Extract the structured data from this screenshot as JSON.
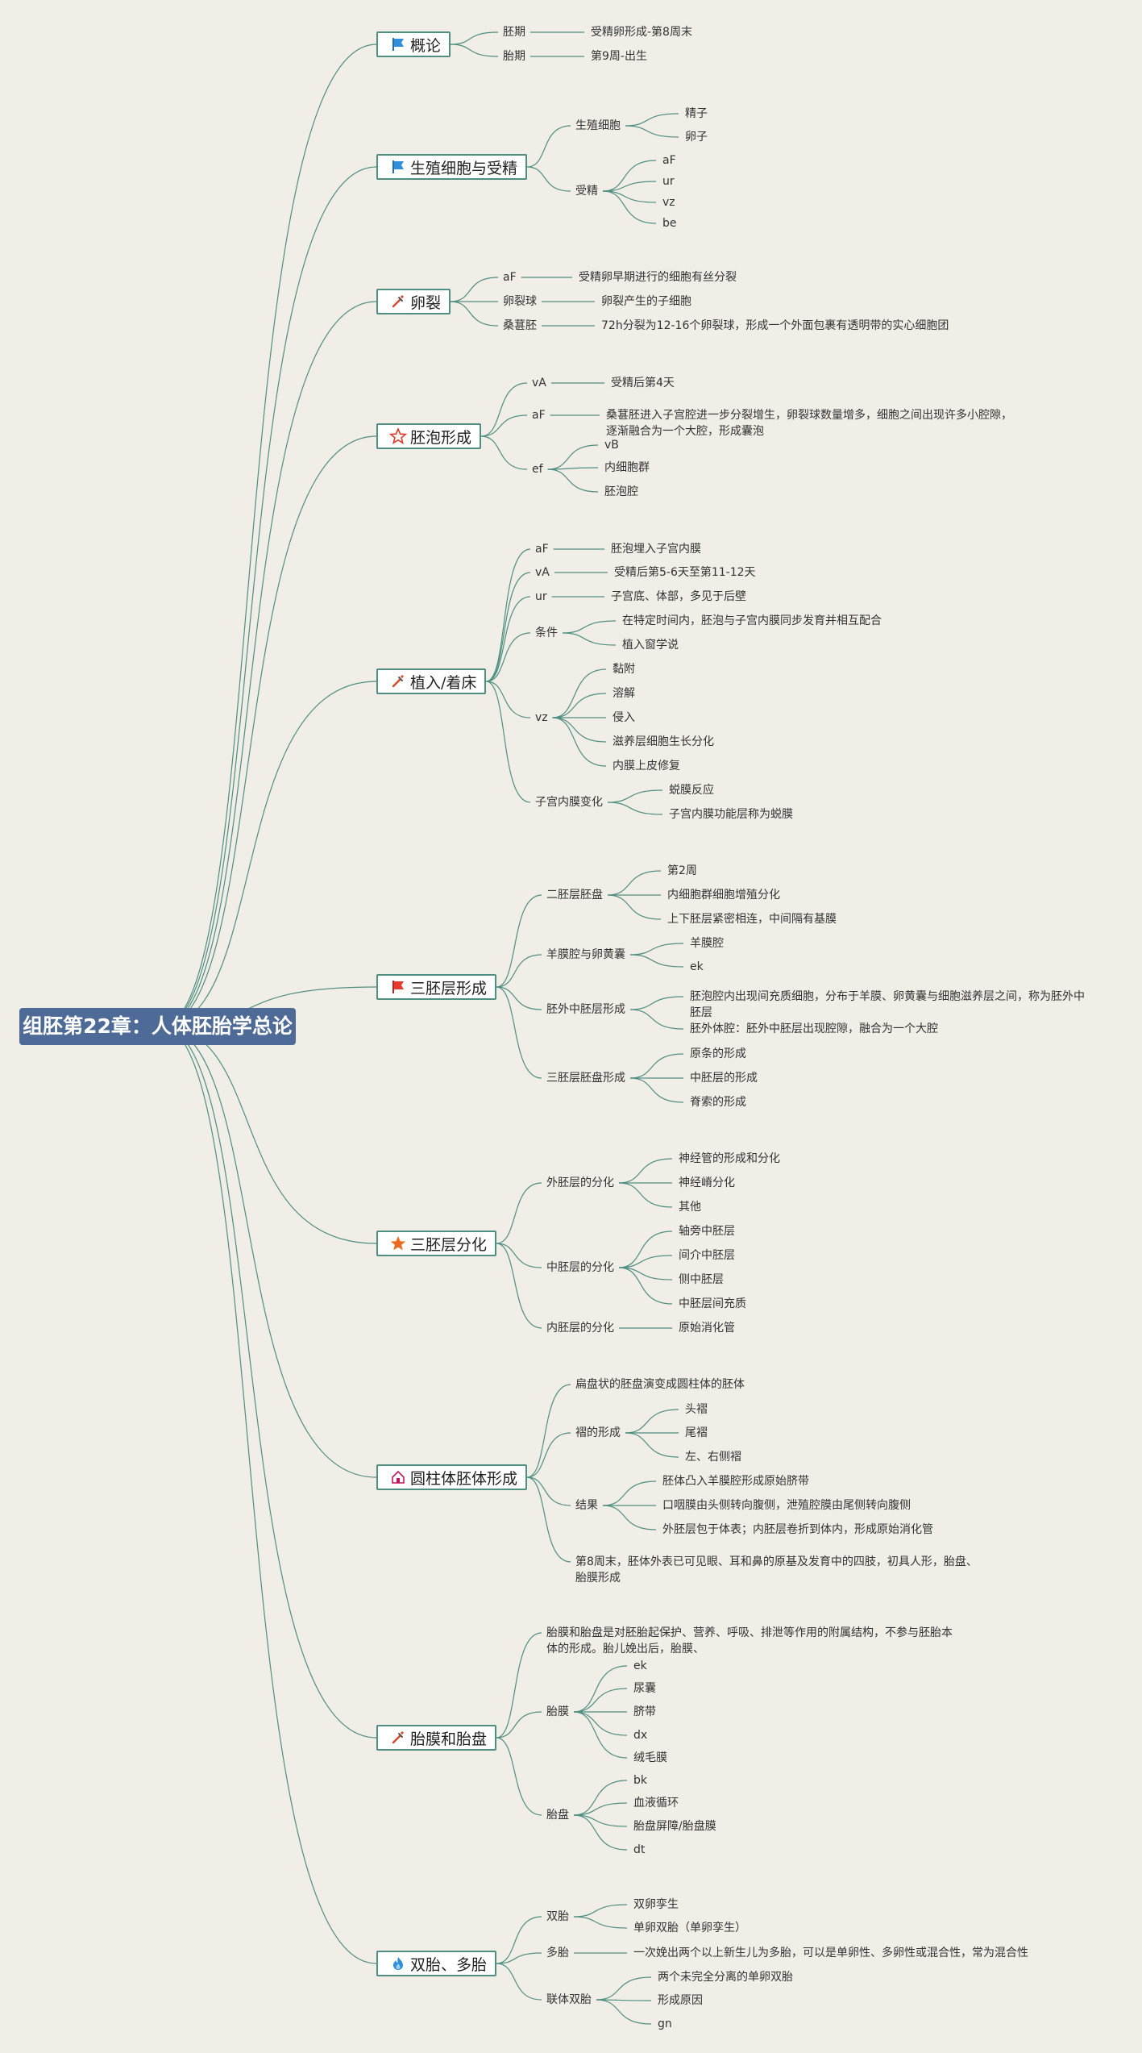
{
  "root": {
    "title": "组胚第22章：人体胚胎学总论"
  },
  "colors": {
    "background": "#f1ede7",
    "root": "#4e6a96",
    "branch": "#4f8f82"
  },
  "topics": [
    {
      "id": "t1",
      "label": "概论",
      "icon": "flag-blue-icon",
      "children": [
        {
          "label": "胚期",
          "children": [
            {
              "label": "受精卵形成-第8周末"
            }
          ]
        },
        {
          "label": "胎期",
          "children": [
            {
              "label": "第9周-出生"
            }
          ]
        }
      ]
    },
    {
      "id": "t2",
      "label": "生殖细胞与受精",
      "icon": "flag-blue-icon",
      "children": [
        {
          "label": "生殖细胞",
          "children": [
            {
              "label": "精子"
            },
            {
              "label": "卵子"
            }
          ]
        },
        {
          "label": "受精",
          "children": [
            {
              "label": "aF"
            },
            {
              "label": "ur"
            },
            {
              "label": "vz"
            },
            {
              "label": "be"
            }
          ]
        }
      ]
    },
    {
      "id": "t3",
      "label": "卵裂",
      "icon": "tools-icon",
      "children": [
        {
          "label": "aF",
          "children": [
            {
              "label": "受精卵早期进行的细胞有丝分裂"
            }
          ]
        },
        {
          "label": "卵裂球",
          "children": [
            {
              "label": "卵裂产生的子细胞"
            }
          ]
        },
        {
          "label": "桑葚胚",
          "children": [
            {
              "label": "72h分裂为12-16个卵裂球，形成一个外面包裹有透明带的实心细胞团"
            }
          ]
        }
      ]
    },
    {
      "id": "t4",
      "label": "胚泡形成",
      "icon": "star-outline-icon",
      "children": [
        {
          "label": "vA",
          "children": [
            {
              "label": "受精后第4天"
            }
          ]
        },
        {
          "label": "aF",
          "children": [
            {
              "label": "桑葚胚进入子宫腔进一步分裂增生，卵裂球数量增多，细胞之间出现许多小腔隙，逐渐融合为一个大腔，形成囊泡"
            }
          ]
        },
        {
          "label": "ef",
          "children": [
            {
              "label": "vB"
            },
            {
              "label": "内细胞群"
            },
            {
              "label": "胚泡腔"
            }
          ]
        }
      ]
    },
    {
      "id": "t5",
      "label": "植入/着床",
      "icon": "tools-icon",
      "children": [
        {
          "label": "aF",
          "children": [
            {
              "label": "胚泡埋入子宫内膜"
            }
          ]
        },
        {
          "label": "vA",
          "children": [
            {
              "label": "受精后第5-6天至第11-12天"
            }
          ]
        },
        {
          "label": "ur",
          "children": [
            {
              "label": "子宫底、体部，多见于后壁"
            }
          ]
        },
        {
          "label": "条件",
          "children": [
            {
              "label": "在特定时间内，胚泡与子宫内膜同步发育并相互配合"
            },
            {
              "label": "植入窗学说"
            }
          ]
        },
        {
          "label": "vz",
          "children": [
            {
              "label": "黏附"
            },
            {
              "label": "溶解"
            },
            {
              "label": "侵入"
            },
            {
              "label": "滋养层细胞生长分化"
            },
            {
              "label": "内膜上皮修复"
            }
          ]
        },
        {
          "label": "子宫内膜变化",
          "children": [
            {
              "label": "蜕膜反应"
            },
            {
              "label": "子宫内膜功能层称为蜕膜"
            }
          ]
        }
      ]
    },
    {
      "id": "t6",
      "label": "三胚层形成",
      "icon": "flag-red-icon",
      "children": [
        {
          "label": "二胚层胚盘",
          "children": [
            {
              "label": "第2周"
            },
            {
              "label": "内细胞群细胞增殖分化"
            },
            {
              "label": "上下胚层紧密相连，中间隔有基膜"
            }
          ]
        },
        {
          "label": "羊膜腔与卵黄囊",
          "children": [
            {
              "label": "羊膜腔"
            },
            {
              "label": "ek"
            }
          ]
        },
        {
          "label": "胚外中胚层形成",
          "children": [
            {
              "label": "胚泡腔内出现间充质细胞，分布于羊膜、卵黄囊与细胞滋养层之间，称为胚外中胚层"
            },
            {
              "label": "胚外体腔：胚外中胚层出现腔隙，融合为一个大腔"
            }
          ]
        },
        {
          "label": "三胚层胚盘形成",
          "children": [
            {
              "label": "原条的形成"
            },
            {
              "label": "中胚层的形成"
            },
            {
              "label": "脊索的形成"
            }
          ]
        }
      ]
    },
    {
      "id": "t7",
      "label": "三胚层分化",
      "icon": "star-orange-icon",
      "children": [
        {
          "label": "外胚层的分化",
          "children": [
            {
              "label": "神经管的形成和分化"
            },
            {
              "label": "神经嵴分化"
            },
            {
              "label": "其他"
            }
          ]
        },
        {
          "label": "中胚层的分化",
          "children": [
            {
              "label": "轴旁中胚层"
            },
            {
              "label": "间介中胚层"
            },
            {
              "label": "侧中胚层"
            },
            {
              "label": "中胚层间充质"
            }
          ]
        },
        {
          "label": "内胚层的分化",
          "children": [
            {
              "label": "原始消化管"
            }
          ]
        }
      ]
    },
    {
      "id": "t8",
      "label": "圆柱体胚体形成",
      "icon": "house-icon",
      "children": [
        {
          "label": "扁盘状的胚盘演变成圆柱体的胚体"
        },
        {
          "label": "褶的形成",
          "children": [
            {
              "label": "头褶"
            },
            {
              "label": "尾褶"
            },
            {
              "label": "左、右侧褶"
            }
          ]
        },
        {
          "label": "结果",
          "children": [
            {
              "label": "胚体凸入羊膜腔形成原始脐带"
            },
            {
              "label": "口咽膜由头侧转向腹侧，泄殖腔膜由尾侧转向腹侧"
            },
            {
              "label": "外胚层包于体表；内胚层卷折到体内，形成原始消化管"
            }
          ]
        },
        {
          "label": "第8周末，胚体外表已可见眼、耳和鼻的原基及发育中的四肢，初具人形，胎盘、胎膜形成"
        }
      ]
    },
    {
      "id": "t9",
      "label": "胎膜和胎盘",
      "icon": "tools-icon",
      "children": [
        {
          "label": "胎膜和胎盘是对胚胎起保护、营养、呼吸、排泄等作用的附属结构，不参与胚胎本体的形成。胎儿娩出后，胎膜、"
        },
        {
          "label": "胎膜",
          "children": [
            {
              "label": "ek"
            },
            {
              "label": "尿囊"
            },
            {
              "label": "脐带"
            },
            {
              "label": "dx"
            },
            {
              "label": "绒毛膜"
            }
          ]
        },
        {
          "label": "胎盘",
          "children": [
            {
              "label": "bk"
            },
            {
              "label": "血液循环"
            },
            {
              "label": "胎盘屏障/胎盘膜"
            },
            {
              "label": "dt"
            }
          ]
        }
      ]
    },
    {
      "id": "t10",
      "label": "双胎、多胎",
      "icon": "fire-icon",
      "children": [
        {
          "label": "双胎",
          "children": [
            {
              "label": "双卵孪生"
            },
            {
              "label": "单卵双胎（单卵孪生）"
            }
          ]
        },
        {
          "label": "多胎",
          "children": [
            {
              "label": "一次娩出两个以上新生儿为多胎，可以是单卵性、多卵性或混合性，常为混合性"
            }
          ]
        },
        {
          "label": "联体双胎",
          "children": [
            {
              "label": "两个未完全分离的单卵双胎"
            },
            {
              "label": "形成原因"
            },
            {
              "label": "gn"
            }
          ]
        }
      ]
    }
  ]
}
